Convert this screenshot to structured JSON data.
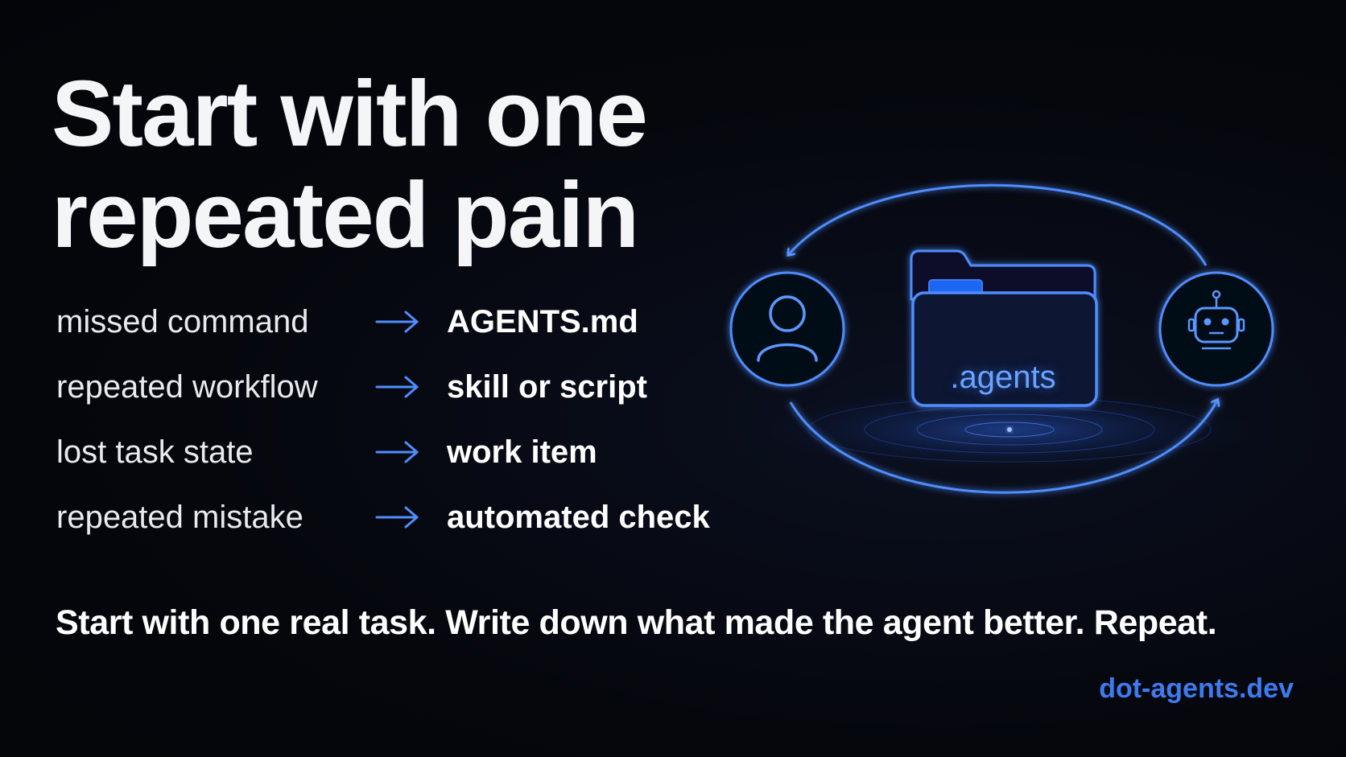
{
  "headline": {
    "line1": "Start with one",
    "line2": "repeated pain"
  },
  "mappings": [
    {
      "pain": "missed command",
      "fix": "AGENTS.md"
    },
    {
      "pain": "repeated workflow",
      "fix": "skill or script"
    },
    {
      "pain": "lost task state",
      "fix": "work item"
    },
    {
      "pain": "repeated mistake",
      "fix": "automated check"
    }
  ],
  "tagline": "Start with one real task. Write down what made the agent better. Repeat.",
  "url": "dot-agents.dev",
  "diagram": {
    "folder_label": ".agents",
    "left_icon": "person-icon",
    "right_icon": "robot-icon",
    "center_icon": "folder-icon"
  },
  "colors": {
    "background": "#05070d",
    "accent": "#3d7bf0",
    "glow": "#4f8dff",
    "text": "#f4f5f7"
  }
}
